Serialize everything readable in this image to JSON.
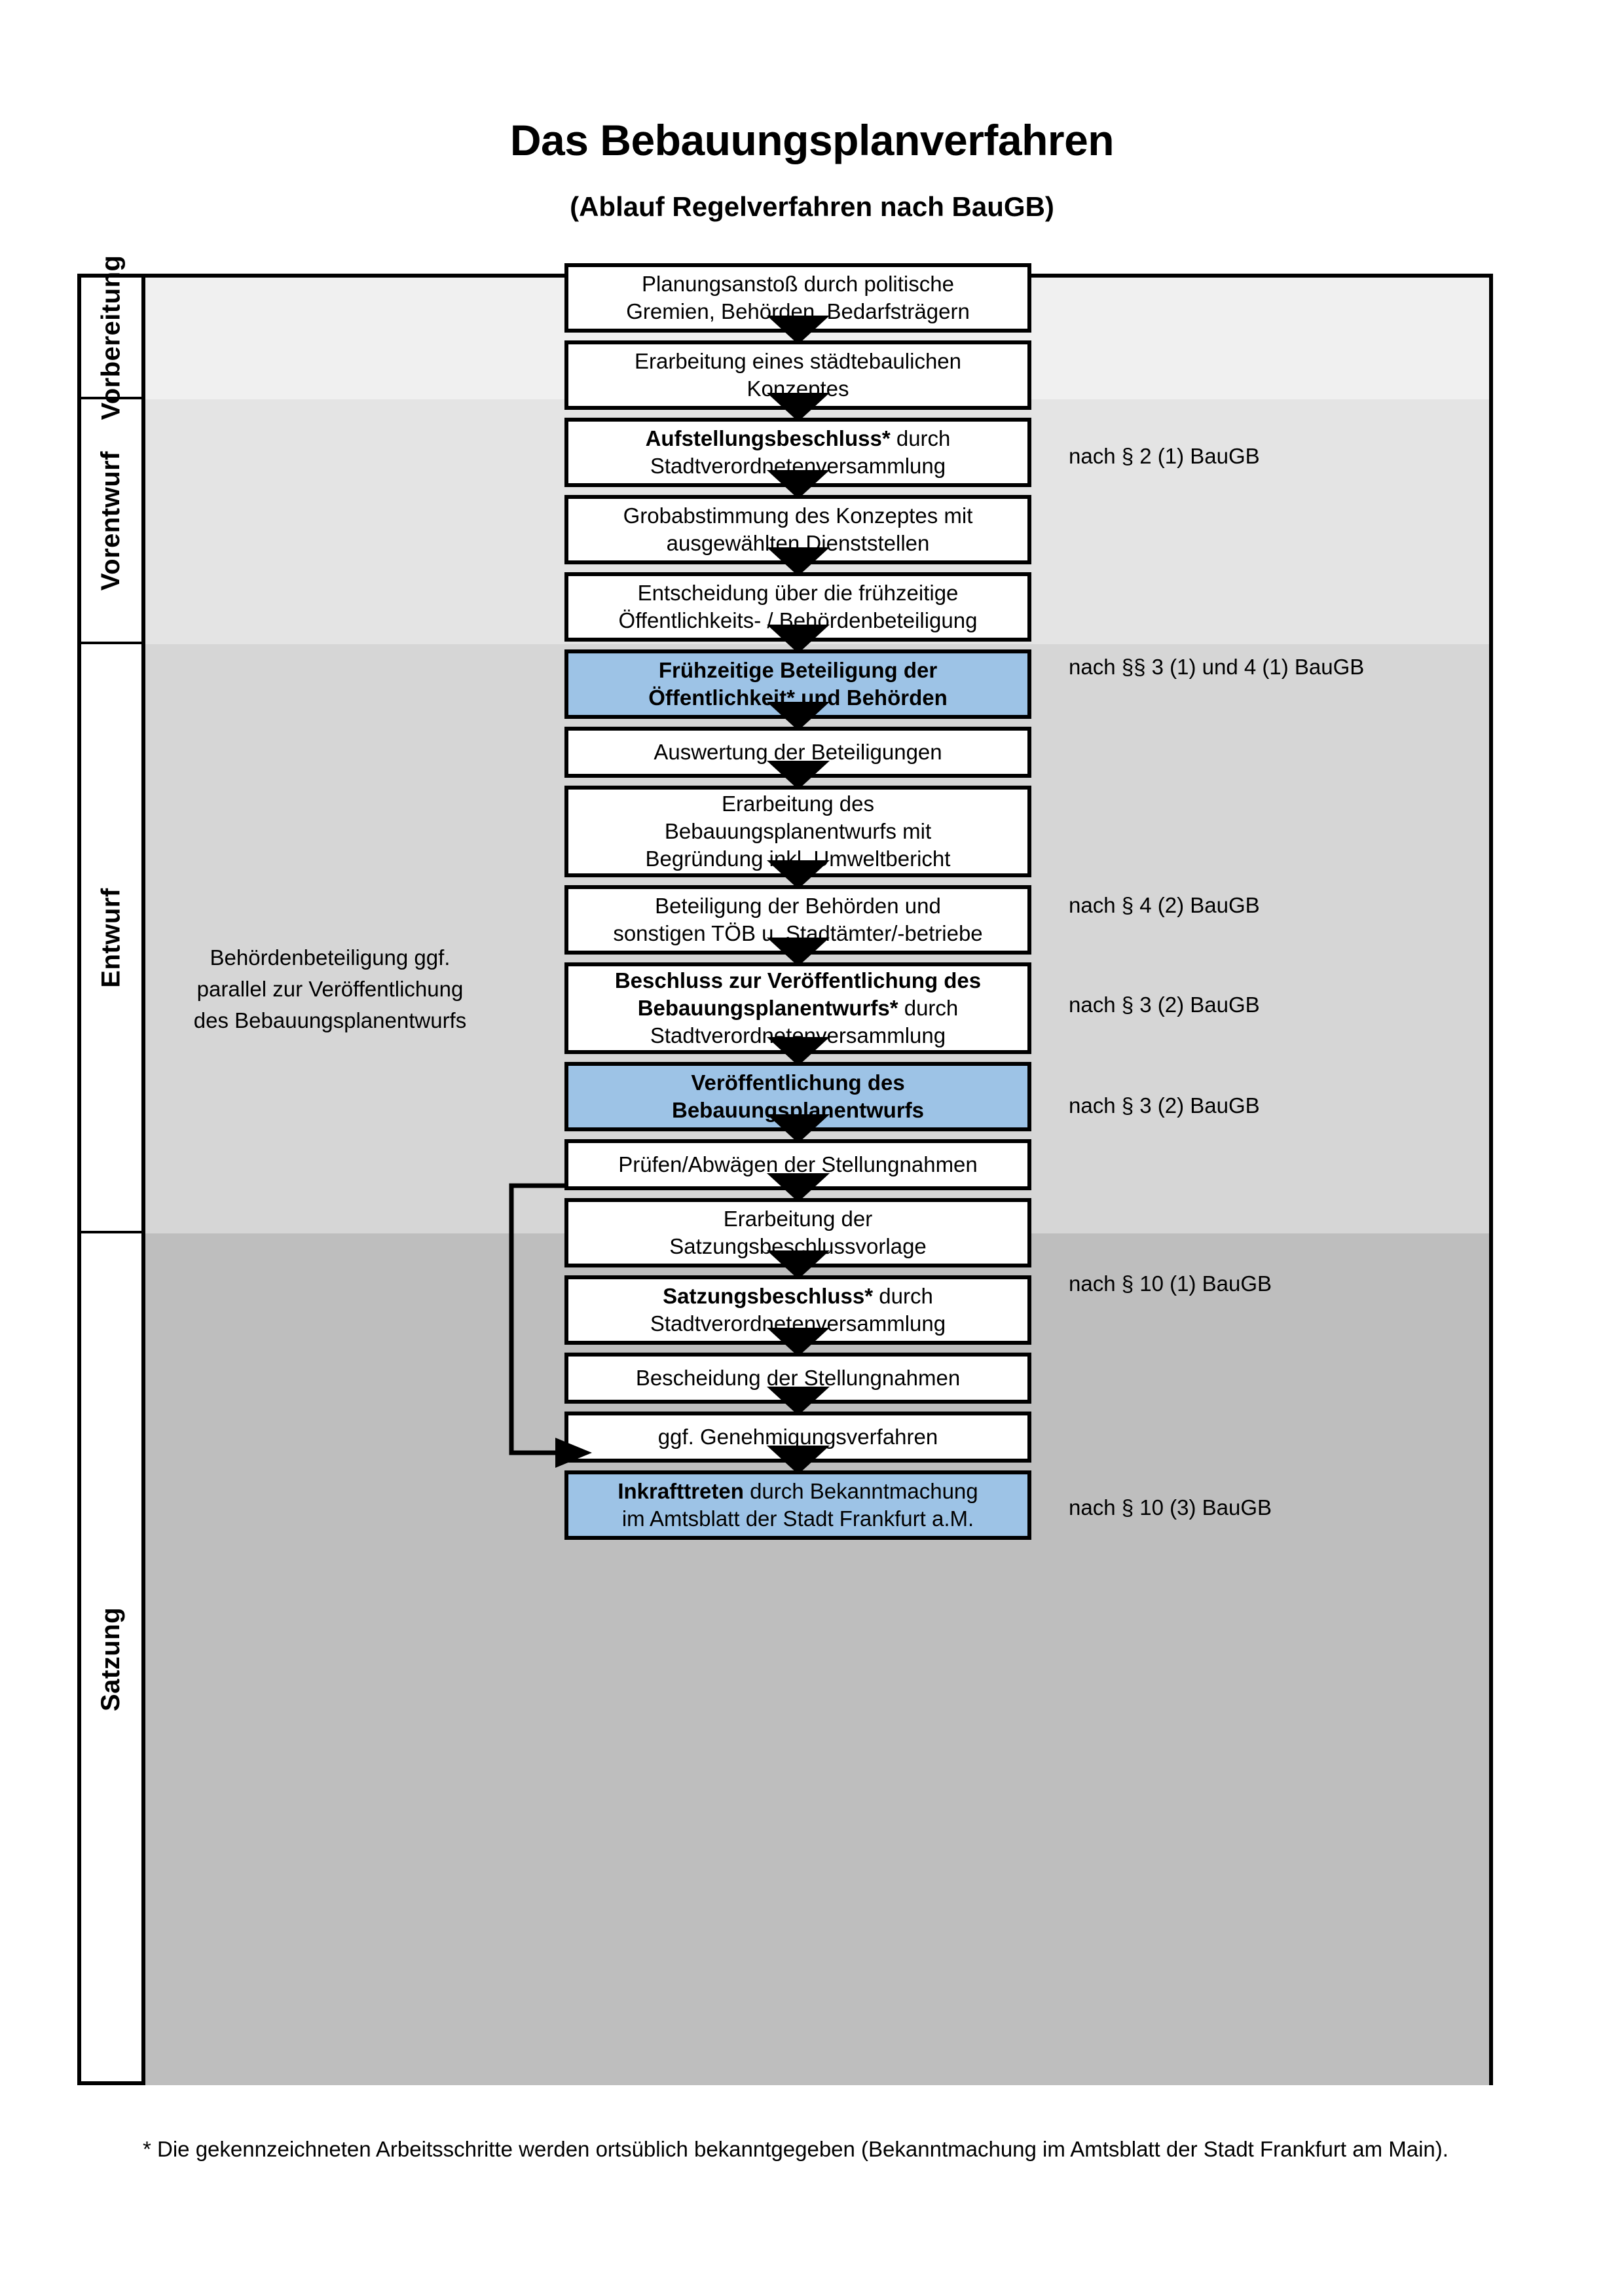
{
  "header": {
    "title": "Das Bebauungsplanverfahren",
    "subtitle": "(Ablauf Regelverfahren nach BauGB)"
  },
  "phases": [
    {
      "label": "Vorbereitung"
    },
    {
      "label": "Vorentwurf"
    },
    {
      "label": "Entwurf"
    },
    {
      "label": "Satzung"
    }
  ],
  "side_note": "Behördenbeteiligung ggf. parallel zur Veröffentlichung des Bebauungsplanentwurfs",
  "steps": [
    {
      "id": "planungsanstoss",
      "phase": "Vorbereitung",
      "highlight": false,
      "lines": [
        {
          "text": "Planungsanstoß durch politische",
          "bold": false
        },
        {
          "text": "Gremien, Behörden, Bedarfsträgern",
          "bold": false
        }
      ]
    },
    {
      "id": "konzept",
      "phase": "Vorbereitung",
      "highlight": false,
      "lines": [
        {
          "text": "Erarbeitung eines städtebaulichen",
          "bold": false
        },
        {
          "text": "Konzeptes",
          "bold": false
        }
      ]
    },
    {
      "id": "aufstellungsbeschluss",
      "phase": "Vorbereitung",
      "highlight": false,
      "lines": [
        {
          "text": "Aufstellungsbeschluss*",
          "bold": true,
          "suffix": " durch"
        },
        {
          "text": "Stadtverordnetenversammlung",
          "bold": false
        }
      ]
    },
    {
      "id": "grobabstimmung",
      "phase": "Vorentwurf",
      "highlight": false,
      "lines": [
        {
          "text": "Grobabstimmung des Konzeptes mit",
          "bold": false
        },
        {
          "text": "ausgewählten Dienststellen",
          "bold": false
        }
      ]
    },
    {
      "id": "entscheidung-fruehzeitig",
      "phase": "Vorentwurf",
      "highlight": false,
      "lines": [
        {
          "text": "Entscheidung über die frühzeitige",
          "bold": false
        },
        {
          "text": "Öffentlichkeits- / Behördenbeteiligung",
          "bold": false
        }
      ]
    },
    {
      "id": "fruehzeitige-beteiligung",
      "phase": "Vorentwurf",
      "highlight": true,
      "lines": [
        {
          "text": "Frühzeitige Beteiligung der",
          "bold": true
        },
        {
          "text": "Öffentlichkeit* und Behörden",
          "bold": true
        }
      ]
    },
    {
      "id": "auswertung",
      "phase": "Entwurf",
      "highlight": false,
      "lines": [
        {
          "text": "Auswertung der Beteiligungen",
          "bold": false
        }
      ]
    },
    {
      "id": "erarbeitung-entwurf",
      "phase": "Entwurf",
      "highlight": false,
      "lines": [
        {
          "text": "Erarbeitung des",
          "bold": false
        },
        {
          "text": "Bebauungsplanentwurfs mit",
          "bold": false
        },
        {
          "text": "Begründung inkl. Umweltbericht",
          "bold": false
        }
      ]
    },
    {
      "id": "beteiligung-behoerden",
      "phase": "Entwurf",
      "highlight": false,
      "lines": [
        {
          "text": "Beteiligung der Behörden und",
          "bold": false
        },
        {
          "text": "sonstigen TÖB u. Stadtämter/-betriebe",
          "bold": false
        }
      ]
    },
    {
      "id": "beschluss-veroeffentlichung",
      "phase": "Entwurf",
      "highlight": false,
      "lines": [
        {
          "text": "Beschluss zur Veröffentlichung des",
          "bold": true
        },
        {
          "text": "Bebauungsplanentwurfs*",
          "bold": true,
          "suffix": " durch"
        },
        {
          "text": "Stadtverordnetenversammlung",
          "bold": false
        }
      ]
    },
    {
      "id": "veroeffentlichung",
      "phase": "Entwurf",
      "highlight": true,
      "lines": [
        {
          "text": "Veröffentlichung des",
          "bold": true
        },
        {
          "text": "Bebauungsplanentwurfs",
          "bold": true
        }
      ]
    },
    {
      "id": "pruefen-abwaegen",
      "phase": "Satzung",
      "highlight": false,
      "lines": [
        {
          "text": "Prüfen/Abwägen der Stellungnahmen",
          "bold": false
        }
      ]
    },
    {
      "id": "satzungsbeschlussvorlage",
      "phase": "Satzung",
      "highlight": false,
      "lines": [
        {
          "text": "Erarbeitung der",
          "bold": false
        },
        {
          "text": "Satzungsbeschlussvorlage",
          "bold": false
        }
      ]
    },
    {
      "id": "satzungsbeschluss",
      "phase": "Satzung",
      "highlight": false,
      "lines": [
        {
          "text": "Satzungsbeschluss*",
          "bold": true,
          "suffix": " durch"
        },
        {
          "text": "Stadtverordnetenversammlung",
          "bold": false
        }
      ]
    },
    {
      "id": "bescheidung",
      "phase": "Satzung",
      "highlight": false,
      "lines": [
        {
          "text": "Bescheidung der Stellungnahmen",
          "bold": false
        }
      ]
    },
    {
      "id": "genehmigungsverfahren",
      "phase": "Satzung",
      "highlight": false,
      "lines": [
        {
          "text": "ggf. Genehmigungsverfahren",
          "bold": false
        }
      ]
    },
    {
      "id": "inkrafttreten",
      "phase": "Satzung",
      "highlight": true,
      "lines": [
        {
          "text": "Inkrafttreten",
          "bold": true,
          "suffix": " durch Bekanntmachung"
        },
        {
          "text": "im Amtsblatt der Stadt Frankfurt a.M.",
          "bold": false
        }
      ]
    }
  ],
  "legal_refs": [
    {
      "id": "ref-par2",
      "text": "nach § 2 (1) BauGB"
    },
    {
      "id": "ref-par3-4",
      "text": "nach §§ 3 (1) und 4 (1) BauGB"
    },
    {
      "id": "ref-par4-2",
      "text": "nach § 4 (2) BauGB"
    },
    {
      "id": "ref-par3-2a",
      "text": "nach § 3 (2) BauGB"
    },
    {
      "id": "ref-par3-2b",
      "text": "nach § 3 (2) BauGB"
    },
    {
      "id": "ref-par10-1",
      "text": "nach § 10 (1) BauGB"
    },
    {
      "id": "ref-par10-3",
      "text": "nach § 10 (3) BauGB"
    }
  ],
  "footnote": "* Die gekennzeichneten Arbeitsschritte werden ortsüblich bekanntgegeben (Bekanntmachung im Amtsblatt  der Stadt Frankfurt am Main).",
  "colors": {
    "band_vorbereitung": "#f0f0f0",
    "band_vorentwurf": "#e4e4e4",
    "band_entwurf": "#d6d6d6",
    "band_satzung": "#bebebe",
    "highlight_blue": "#9dc3e6",
    "line": "#000000"
  }
}
